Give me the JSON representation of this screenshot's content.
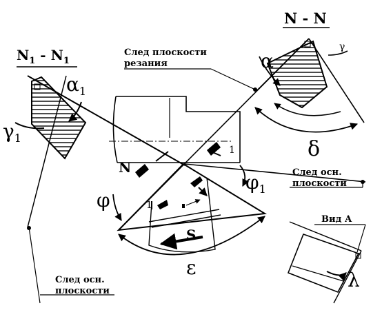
{
  "labels": {
    "section_n1": "N",
    "section_n1_sub": "1",
    "section_n1_dash": " - ",
    "section_n1_b": "N",
    "section_n1_b_sub": "1",
    "section_n": "N - N",
    "cutting_plane_trace_line1": "След плоскости",
    "cutting_plane_trace_line2": "резания",
    "base_plane_trace_right_line1": "След осн.",
    "base_plane_trace_right_line2": "плоскости",
    "base_plane_trace_left_line1": "След осн.",
    "base_plane_trace_left_line2": "плоскости",
    "view_a": "Вид А",
    "direction_n": "N",
    "feed_s": "S",
    "small_1": "1",
    "small_1b": "1"
  },
  "greek": {
    "alpha1": "α",
    "alpha1_sub": "1",
    "gamma1": "γ",
    "gamma1_sub": "1",
    "alpha": "α",
    "gamma": "γ",
    "delta": "δ",
    "phi": "φ",
    "phi1": "φ",
    "phi1_sub": "1",
    "epsilon": "ε",
    "lambda": "λ"
  },
  "colors": {
    "ink": "#000000",
    "paper": "#ffffff"
  }
}
